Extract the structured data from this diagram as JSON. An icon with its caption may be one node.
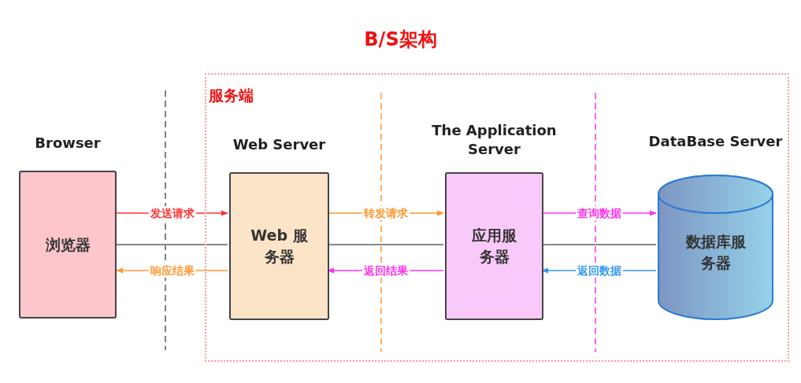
{
  "diagram": {
    "title": "B/S架构",
    "nodes": [
      {
        "text": [
          "服务端"
        ]
      },
      {
        "text": [
          "Browser",
          "浏览器"
        ]
      },
      {
        "text": [
          "Web Server",
          "Web 服务器"
        ],
        "in": 0
      },
      {
        "text": [
          "The Application Server",
          "应用服务器"
        ],
        "in": 0
      },
      {
        "text": [
          "DataBase Server",
          "数据库服务器"
        ],
        "in": 0
      }
    ],
    "edges": [
      {
        "from": 1,
        "to": 2,
        "arrow": "to",
        "label": "发送请求",
        "color": "#ff3333"
      },
      {
        "from": 2,
        "to": 1,
        "arrow": "to",
        "label": "响应结果",
        "color": "#ff9933"
      },
      {
        "from": 2,
        "to": 3,
        "arrow": "to",
        "label": "转发请求",
        "color": "#ff9933"
      },
      {
        "from": 3,
        "to": 2,
        "arrow": "to",
        "label": "返回结果",
        "color": "#ff33ee"
      },
      {
        "from": 3,
        "to": 4,
        "arrow": "to",
        "label": "查询数据",
        "color": "#ff33ee"
      },
      {
        "from": 4,
        "to": 3,
        "arrow": "to",
        "label": "返回数据",
        "color": "#3399ee"
      },
      {
        "from": 1,
        "to": 2,
        "arrow": "none",
        "color": "#888888"
      },
      {
        "from": 2,
        "to": 3,
        "arrow": "none",
        "color": "#888888"
      },
      {
        "from": 3,
        "to": 4,
        "arrow": "none",
        "color": "#888888"
      }
    ]
  }
}
